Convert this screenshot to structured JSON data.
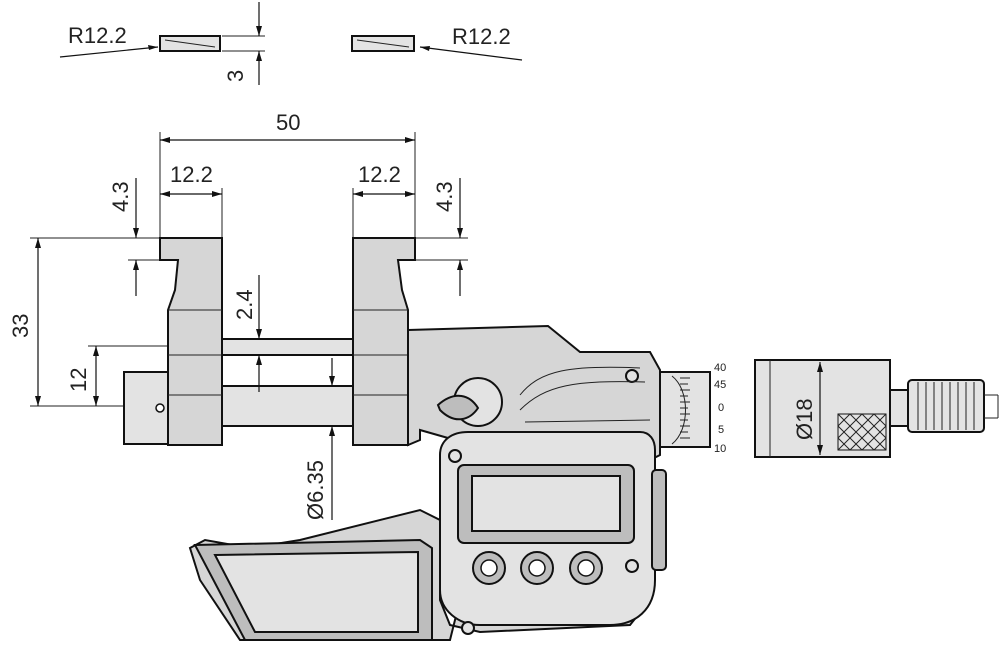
{
  "labels": {
    "r_left": "R12.2",
    "r_right": "R12.2",
    "three": "3",
    "fifty": "50",
    "jaw_left_width": "12.2",
    "jaw_right_width": "12.2",
    "jaw_left_height": "4.3",
    "jaw_right_height": "4.3",
    "overall_height": "33",
    "center_height": "12",
    "gap": "2.4",
    "spindle_dia": "Ø6.35",
    "thimble_dia": "Ø18"
  },
  "scale": [
    "40",
    "45",
    "0",
    "5",
    "10"
  ],
  "colors": {
    "body": "#d6d6d6",
    "light": "#e3e3e3",
    "dark": "#bdbdbd",
    "line": "#111111"
  }
}
